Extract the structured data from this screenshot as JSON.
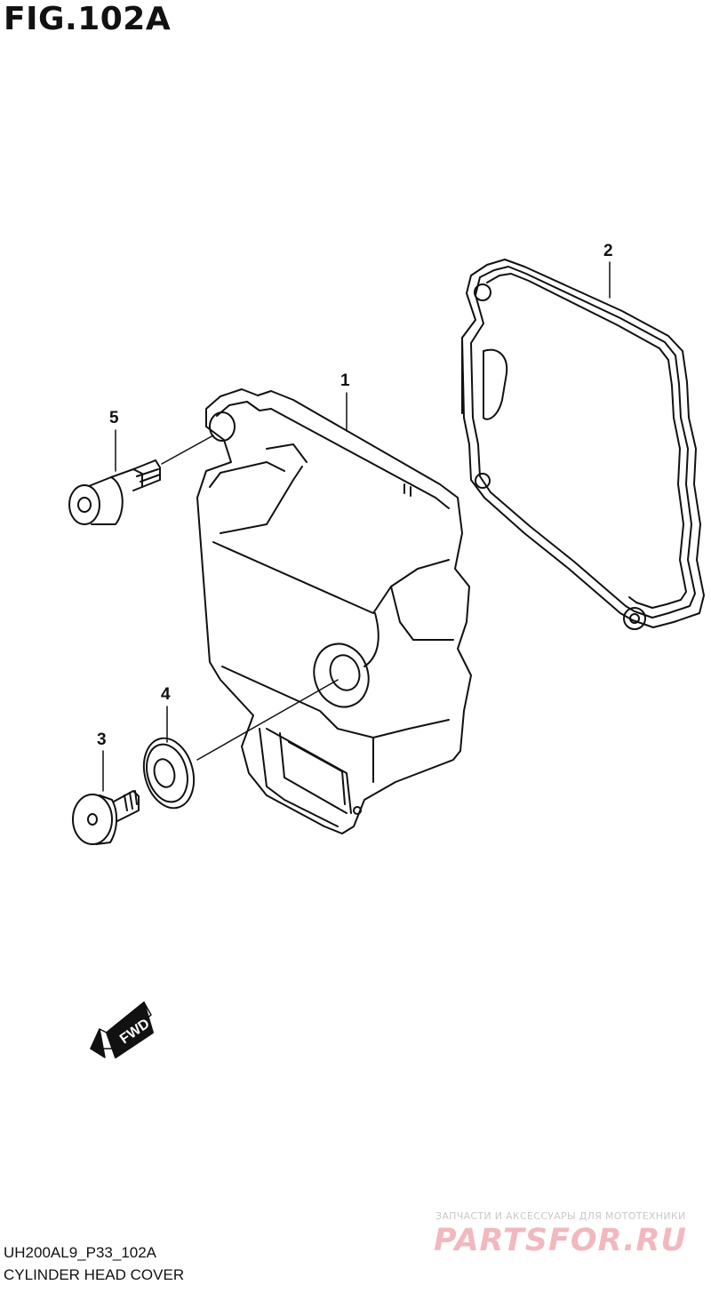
{
  "figure": {
    "title": "FIG.102A",
    "code": "UH200AL9_P33_102A",
    "caption": "CYLINDER HEAD COVER"
  },
  "callouts": [
    {
      "id": "1",
      "part": "cylinder-head-cover"
    },
    {
      "id": "2",
      "part": "gasket"
    },
    {
      "id": "3",
      "part": "bolt"
    },
    {
      "id": "4",
      "part": "washer"
    },
    {
      "id": "5",
      "part": "bolt"
    }
  ],
  "fwd_label": "FWD",
  "watermark": {
    "tagline": "ЗАПЧАСТИ И АКСЕССУАРЫ ДЛЯ МОТОТЕХНИКИ",
    "brand": "PARTSFOR.RU"
  },
  "colors": {
    "line": "#111111",
    "watermark_brand": "#f2b8bf",
    "watermark_tagline": "#c9c9c9"
  }
}
